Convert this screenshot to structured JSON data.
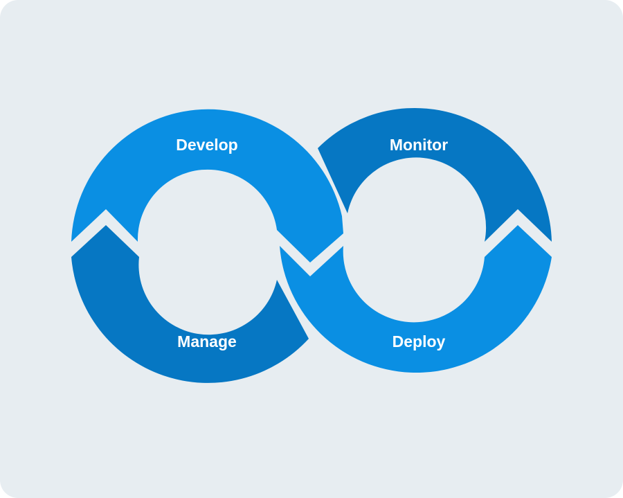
{
  "diagram": {
    "background": "#e7edf1",
    "segments": [
      {
        "key": "develop",
        "label": "Develop",
        "color": "#0a8fe3"
      },
      {
        "key": "monitor",
        "label": "Monitor",
        "color": "#0677c3"
      },
      {
        "key": "manage",
        "label": "Manage",
        "color": "#0677c3"
      },
      {
        "key": "deploy",
        "label": "Deploy",
        "color": "#0a8fe3"
      }
    ]
  }
}
